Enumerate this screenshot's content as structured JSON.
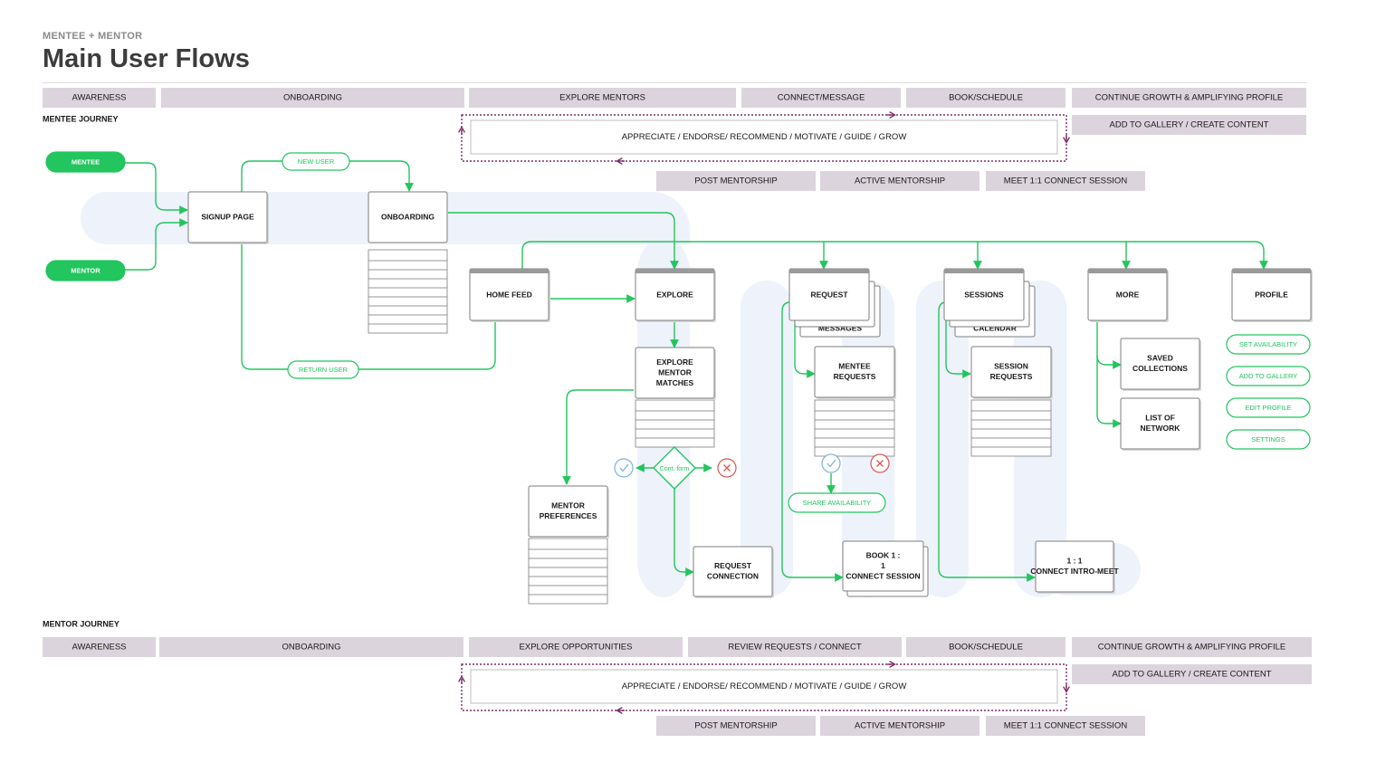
{
  "header": {
    "subtitle": "MENTEE + MENTOR",
    "title": "Main User Flows"
  },
  "colors": {
    "accent_green": "#22c55e",
    "stage_band": "#dcd4dc",
    "loop_purple": "#7b2d6b",
    "lane_blue": "#eef2fb",
    "check_blue": "#7ab3e0",
    "cross_red": "#d9574f"
  },
  "mentee": {
    "journey_label": "MENTEE JOURNEY",
    "stages": [
      "AWARENESS",
      "ONBOARDING",
      "EXPLORE MENTORS",
      "CONNECT/MESSAGE",
      "BOOK/SCHEDULE",
      "CONTINUE GROWTH & AMPLIFYING PROFILE"
    ],
    "gallery": "ADD TO GALLERY / CREATE CONTENT",
    "loop": "APPRECIATE / ENDORSE/ RECOMMEND / MOTIVATE / GUIDE / GROW",
    "substages": [
      "POST MENTORSHIP",
      "ACTIVE MENTORSHIP",
      "MEET 1:1 CONNECT SESSION"
    ]
  },
  "flow": {
    "pills": {
      "mentee": "MENTEE",
      "mentor": "MENTOR",
      "new_user": "NEW USER",
      "return_user": "RETURN USER",
      "share_availability": "SHARE AVAILABILITY"
    },
    "screens": {
      "signup": "SIGNUP PAGE",
      "onboarding": "ONBOARDING",
      "home_feed": "HOME FEED",
      "explore": "EXPLORE",
      "request": "REQUEST",
      "messages": "MESSAGES",
      "sessions": "SESSIONS",
      "calendar": "CALENDAR",
      "more": "MORE",
      "profile": "PROFILE",
      "explore_matches": "EXPLORE MENTOR MATCHES",
      "mentor_preferences": "MENTOR PREFERENCES",
      "request_connection": "REQUEST CONNECTION",
      "mentee_requests": "MENTEE REQUESTS",
      "book_session": "BOOK 1 : 1 CONNECT SESSION",
      "session_requests": "SESSION REQUESTS",
      "intro_meet": "1 : 1 CONNECT INTRO-MEET",
      "saved_collections": "SAVED COLLECTIONS",
      "list_network": "LIST OF NETWORK"
    },
    "decision": "Cont. form",
    "profile_actions": [
      "SET AVAILABILITY",
      "ADD TO GALLERY",
      "EDIT PROFILE",
      "SETTINGS"
    ]
  },
  "mentor": {
    "journey_label": "MENTOR JOURNEY",
    "stages": [
      "AWARENESS",
      "ONBOARDING",
      "EXPLORE OPPORTUNITIES",
      "REVIEW  REQUESTS / CONNECT",
      "BOOK/SCHEDULE",
      "CONTINUE GROWTH & AMPLIFYING PROFILE"
    ],
    "gallery": "ADD TO GALLERY / CREATE CONTENT",
    "loop": "APPRECIATE / ENDORSE/ RECOMMEND / MOTIVATE / GUIDE / GROW",
    "substages": [
      "POST MENTORSHIP",
      "ACTIVE MENTORSHIP",
      "MEET 1:1 CONNECT SESSION"
    ]
  }
}
